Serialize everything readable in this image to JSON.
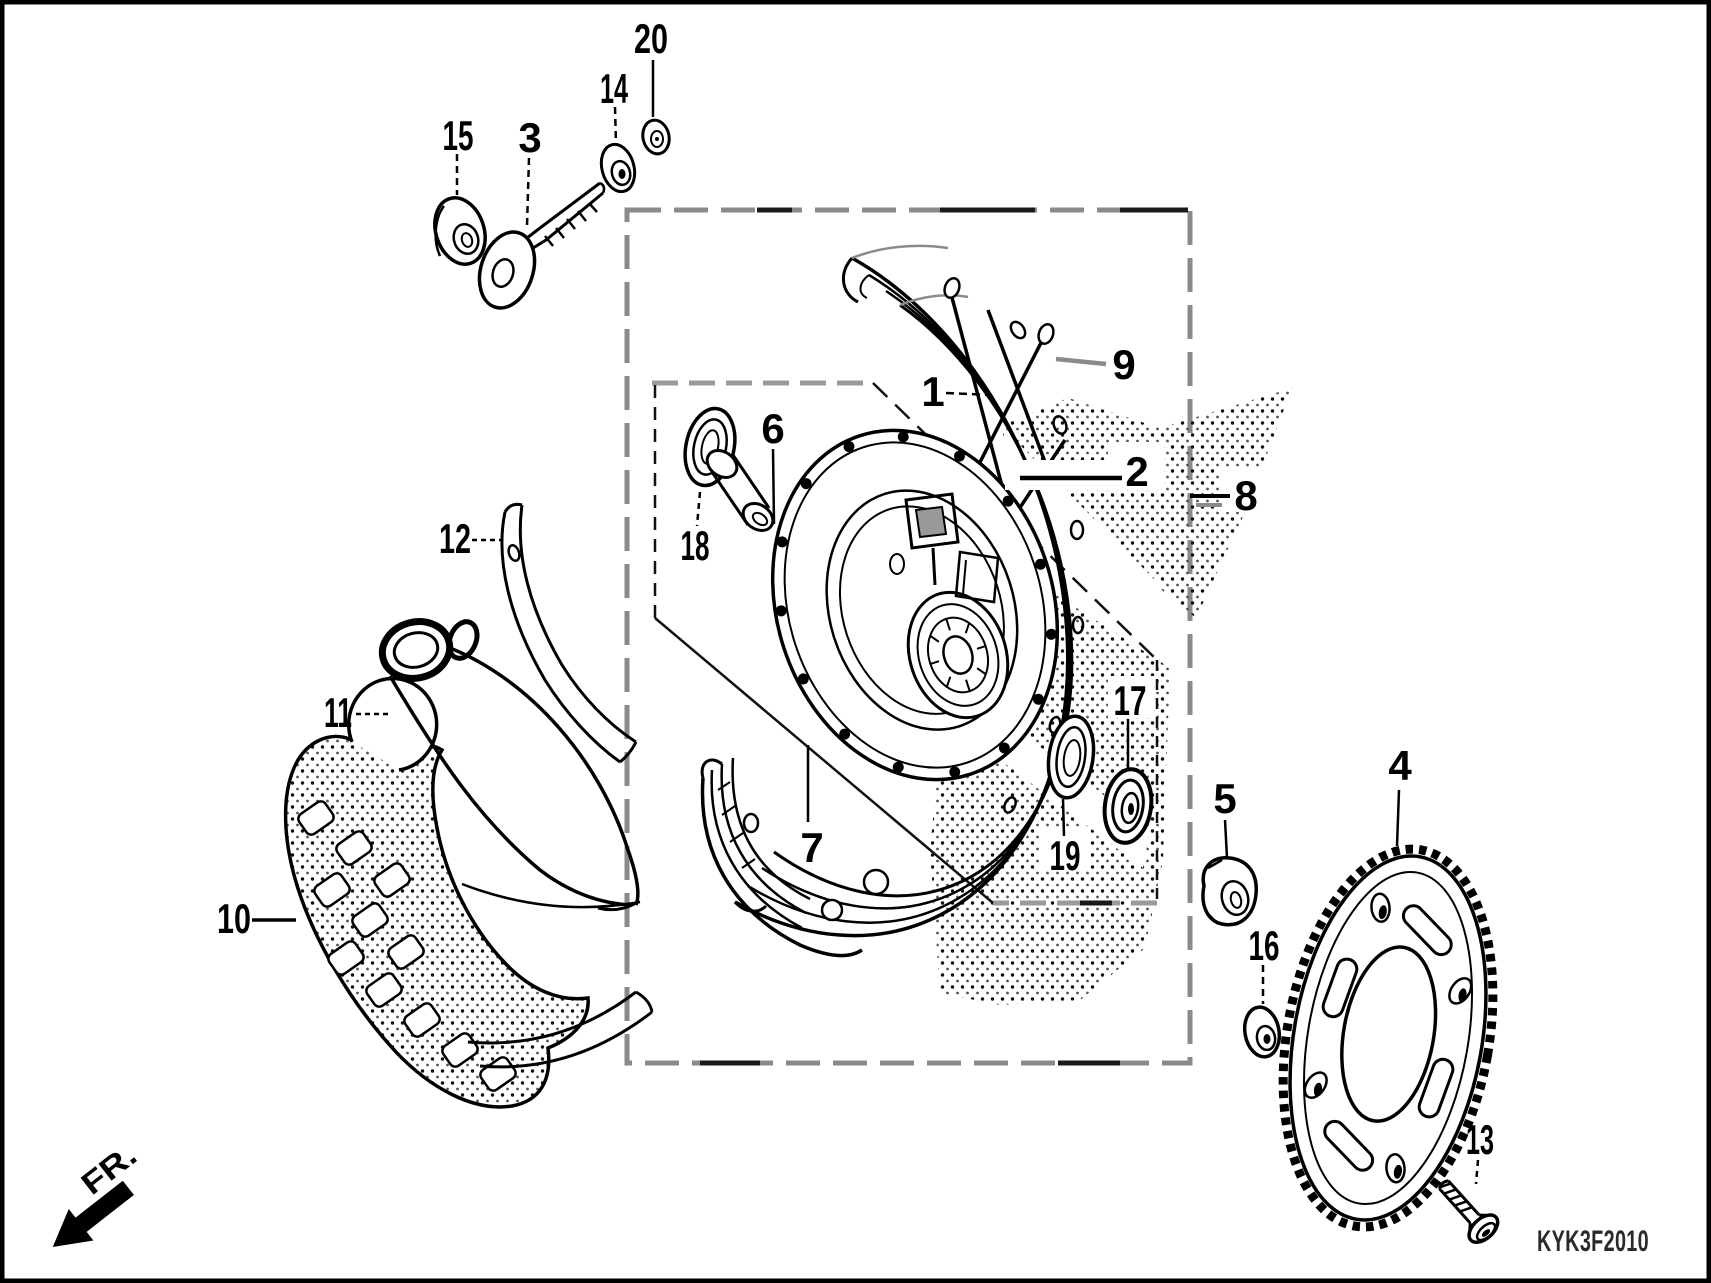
{
  "diagram": {
    "type": "exploded-parts-diagram",
    "subject": "rear wheel assembly",
    "part_code": "KYK3F2010",
    "front_marker": "FR.",
    "callouts": [
      "1",
      "2",
      "3",
      "4",
      "5",
      "6",
      "7",
      "8",
      "9",
      "10",
      "11",
      "12",
      "13",
      "14",
      "15",
      "16",
      "17",
      "18",
      "19",
      "20"
    ]
  }
}
